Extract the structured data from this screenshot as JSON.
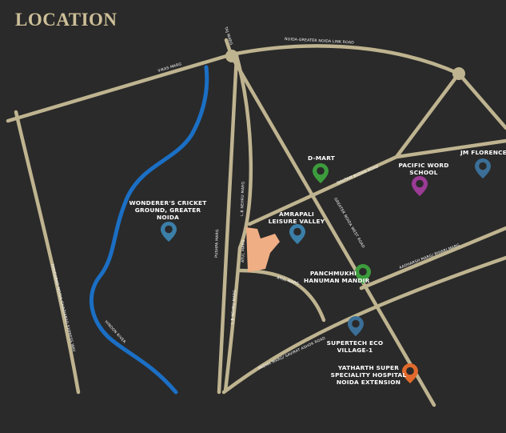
{
  "title": "LOCATION",
  "colors": {
    "background": "#2a2a2a",
    "road": "#bfb490",
    "river": "#1b6fc4",
    "site": "#f0ae85",
    "title": "#cdbf98",
    "label": "#ffffff"
  },
  "roads": {
    "noida_greater_noida_link": "NOIDA-GREATER NOIDA LINK ROAD",
    "vikas_marg": "VIKAS MARG",
    "taj_marg": "TAJ MARG",
    "gautam_budha": "GAUTAM BUDHA ROAD",
    "greater_noida_west": "GREATER NOIDA WEST ROAD",
    "aadharsh_marg": "AADHARSH MARG/ BIHARI MARG",
    "lb_nehru_upper": "L.B NEHRU MARG",
    "lb_nehru_lower": "L.B NEHRU MARG",
    "atul_marg_vertical": "ATUL MARG",
    "atul_marg_curve": "ATUL MARG",
    "pushpa_marg": "PUSHPA MARG",
    "padma_marg": "PADMA MARG/ SAVIRAT ASHOK ROAD",
    "expressway": "FARIDABAD-NOIDA-GHAZIABAD EXPRESS WAY",
    "hindon_river": "HINDON RIVER"
  },
  "places": {
    "dmart": {
      "lines": [
        "D-MART"
      ],
      "icon": "map-pin-icon",
      "color": "#3d9c3d"
    },
    "pacific": {
      "lines": [
        "PACIFIC WORD",
        "SCHOOL"
      ],
      "icon": "map-pin-icon",
      "color": "#9b3b96"
    },
    "jm_florence": {
      "lines": [
        "JM FLORENCE"
      ],
      "icon": "map-pin-icon",
      "color": "#3b6f97"
    },
    "wonderers": {
      "lines": [
        "WONDERER'S CRICKET",
        "GROUND, GREATER",
        "NOIDA"
      ],
      "icon": "map-pin-icon",
      "color": "#3b7fa8"
    },
    "amrapali": {
      "lines": [
        "AMRAPALI",
        "LEISURE VALLEY"
      ],
      "icon": "map-pin-icon",
      "color": "#3b7fa8"
    },
    "panchmukhi": {
      "lines": [
        "PANCHMUKHI",
        "HANUMAN MANDIR"
      ],
      "icon": "map-pin-icon",
      "color": "#3d9c3d"
    },
    "supertech": {
      "lines": [
        "SUPERTECH ECO",
        "VILLAGE-1"
      ],
      "icon": "map-pin-icon",
      "color": "#3b6f97"
    },
    "yatharth": {
      "lines": [
        "YATHARTH SUPER",
        "SPECIALITY HOSPITAL",
        "NOIDA EXTENSION"
      ],
      "icon": "map-pin-icon",
      "color": "#e06a2c"
    }
  }
}
